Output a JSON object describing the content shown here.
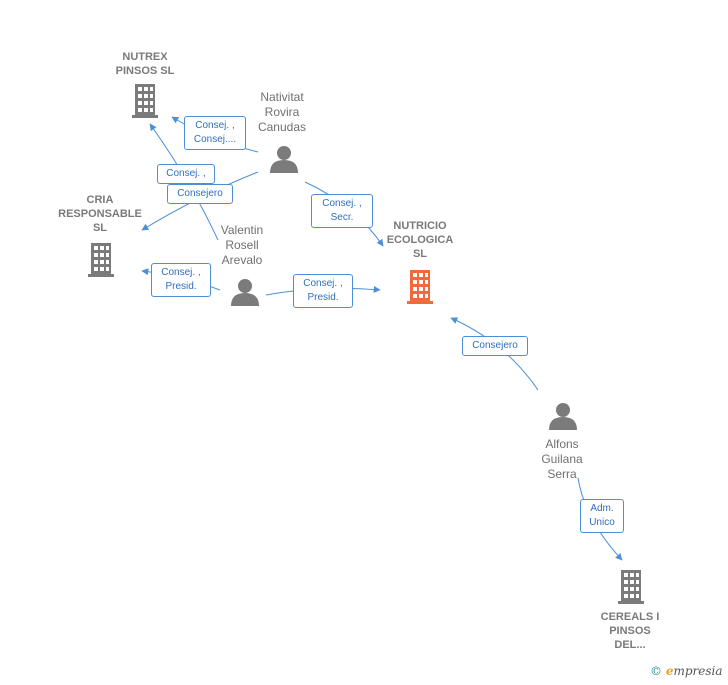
{
  "nodes": {
    "nutrex": {
      "label": "NUTREX\nPINSOS SL",
      "type": "company"
    },
    "cria": {
      "label": "CRIA\nRESPONSABLE\nSL",
      "type": "company"
    },
    "nutricio": {
      "label": "NUTRICIO\nECOLOGICA\nSL",
      "type": "company",
      "highlight": "#f26a3a"
    },
    "cereals": {
      "label": "CEREALS I\nPINSOS\nDEL...",
      "type": "company"
    },
    "nativitat": {
      "label": "Nativitat\nRovira\nCanudas",
      "type": "person"
    },
    "valentin": {
      "label": "Valentin\nRosell\nArevalo",
      "type": "person"
    },
    "alfons": {
      "label": "Alfons\nGuilana\nSerra",
      "type": "person"
    }
  },
  "edge_labels": {
    "nativitat_nutrex": "Consej. ,\nConsej....",
    "valentin_nutrex": "Consej. ,",
    "nativitat_cria": "Consejero",
    "nativitat_nutricio": "Consej. ,\nSecr.",
    "valentin_cria": "Consej. ,\nPresid.",
    "valentin_nutricio": "Consej. ,\nPresid.",
    "alfons_nutricio": "Consejero",
    "alfons_cereals": "Adm.\nUnico"
  },
  "colors": {
    "edge": "#4a8fd8",
    "icon": "#7b7b7b",
    "focus_icon": "#f26a3a"
  },
  "footer": {
    "copyright": "©",
    "brand_initial": "e",
    "brand_rest": "mpresia"
  }
}
